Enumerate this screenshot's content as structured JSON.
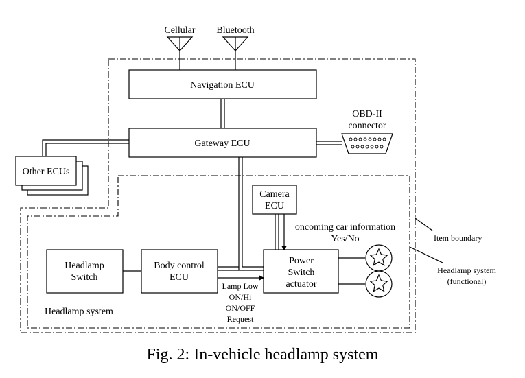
{
  "antennas": {
    "left": "Cellular",
    "right": "Bluetooth"
  },
  "boxes": {
    "navigation_ecu": "Navigation ECU",
    "gateway_ecu": "Gateway ECU",
    "other_ecus": "Other ECUs",
    "camera_ecu": [
      "Camera",
      "ECU"
    ],
    "headlamp_switch": [
      "Headlamp",
      "Switch"
    ],
    "body_control_ecu": [
      "Body control",
      "ECU"
    ],
    "power_switch_actuator": [
      "Power",
      "Switch",
      "actuator"
    ]
  },
  "obd": [
    "OBD-II",
    "connector"
  ],
  "signals": {
    "oncoming": [
      "oncoming car information",
      "Yes/No"
    ],
    "lamp_request": [
      "Lamp Low",
      "ON/Hi",
      "ON/OFF",
      "Request"
    ]
  },
  "boundaries": {
    "item": "Item boundary",
    "functional": [
      "Headlamp system",
      "(functional)"
    ],
    "inner_label": "Headlamp system"
  },
  "caption": "Fig. 2: In-vehicle headlamp system"
}
